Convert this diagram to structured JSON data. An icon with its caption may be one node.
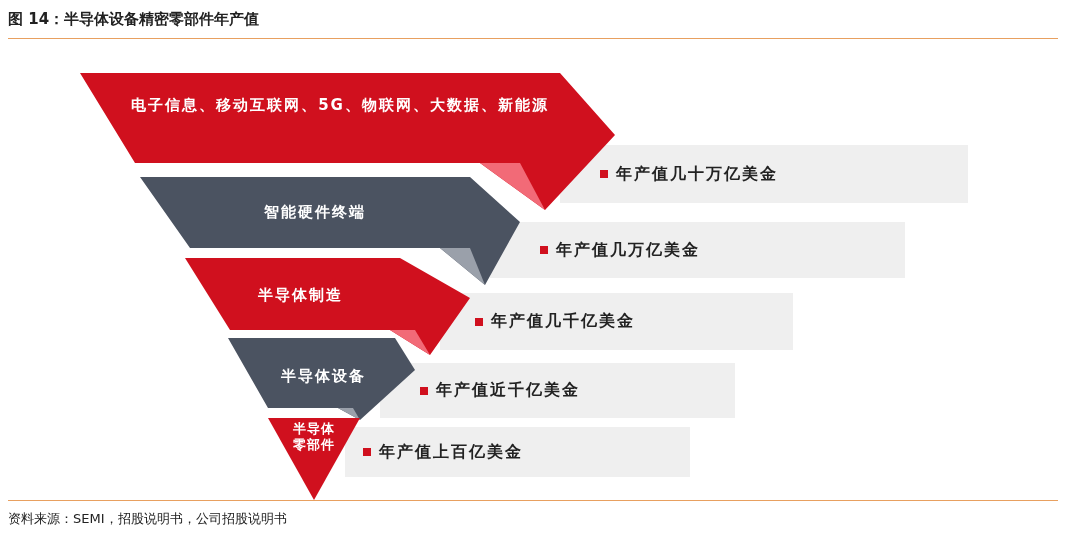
{
  "diagram": {
    "title": "图 14：半导体设备精密零部件年产值",
    "caption": "资料来源：SEMI，招股说明书，公司招股说明书",
    "nodes": [
      {
        "text": [
          "年产值几十万亿美金"
        ]
      },
      {
        "text": [
          "年产值几万亿美金"
        ]
      },
      {
        "text": [
          "年产值几千亿美金"
        ]
      },
      {
        "text": [
          "年产值近千亿美金"
        ]
      },
      {
        "text": [
          "年产值上百亿美金"
        ]
      },
      {
        "text": [
          "电子信息、移动互联网、5G、物联网、大数据、新能源"
        ]
      },
      {
        "text": [
          "智能硬件终端"
        ]
      },
      {
        "text": [
          "半导体制造"
        ]
      },
      {
        "text": [
          "半导体设备"
        ]
      },
      {
        "text": [
          "半导体零部件"
        ]
      }
    ]
  }
}
